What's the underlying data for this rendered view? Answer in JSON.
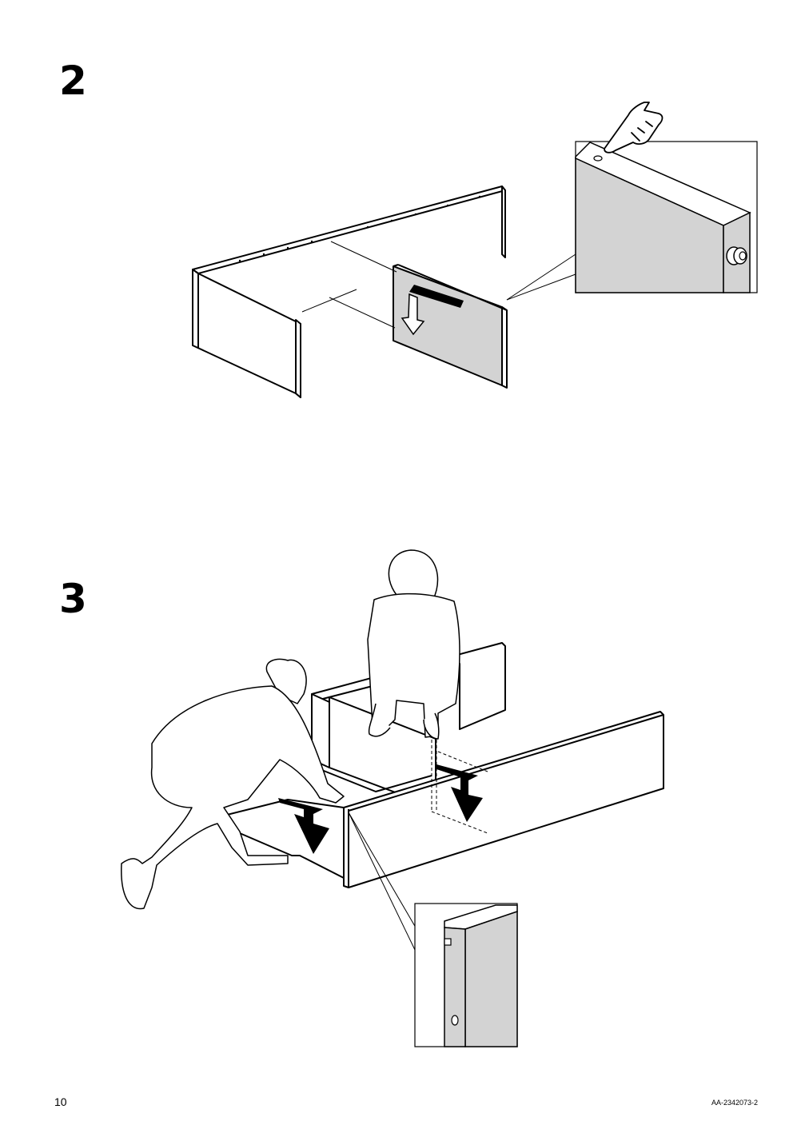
{
  "steps": [
    {
      "number": "2"
    },
    {
      "number": "3"
    }
  ],
  "footer": {
    "page_number": "10",
    "doc_code": "AA-2342073-2"
  },
  "colors": {
    "panel_fill": "#d3d3d3",
    "line": "#000000",
    "arrow_fill": "#000000",
    "background": "#ffffff"
  },
  "icons": [
    "pointing-hand-icon",
    "dowel-detail",
    "down-arrow-outline",
    "down-arrow-solid"
  ]
}
